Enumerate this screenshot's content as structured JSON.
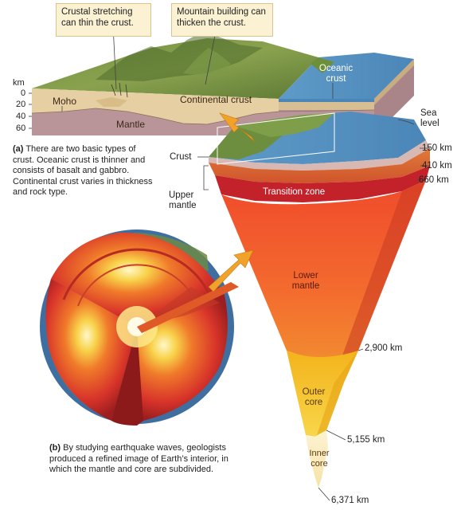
{
  "callouts": {
    "left": "Crustal stretching can thin the crust.",
    "right": "Mountain building can thicken the crust."
  },
  "depth_axis": {
    "unit": "km",
    "ticks": [
      "0",
      "20",
      "40",
      "60"
    ]
  },
  "block_labels": {
    "moho": "Moho",
    "continental_crust": "Continental crust",
    "oceanic_crust": "Oceanic crust",
    "mantle": "Mantle"
  },
  "caption_a": {
    "tag": "(a)",
    "text": "There are two basic types of crust. Oceanic crust is thinner and consists of basalt and gabbro. Continental crust varies in thickness and rock type."
  },
  "caption_b": {
    "tag": "(b)",
    "text": "By studying earthquake waves, geologists produced a refined image of Earth’s interior, in which the mantle and core are subdivided."
  },
  "wedge_labels": {
    "crust": "Crust",
    "sea_level": "Sea level",
    "upper_mantle": "Upper mantle",
    "transition_zone": "Transition zone",
    "lower_mantle": "Lower mantle",
    "outer_core": "Outer core",
    "inner_core": "Inner core"
  },
  "depth_markers": [
    "150 km",
    "410 km",
    "660 km",
    "2,900 km",
    "5,155 km",
    "6,371 km"
  ],
  "colors": {
    "callout_bg": "#fbf2d3",
    "crust_tan": "#e6cfa3",
    "mantle_mauve": "#b9959a",
    "ocean_blue": "#5b9fd6",
    "transition_red": "#c4222a",
    "lower_mantle_red": "#e8352a",
    "outer_core_yellow": "#f5c21a",
    "inner_core_cream": "#fbf0c8",
    "arrow_orange": "#f0a22b"
  }
}
